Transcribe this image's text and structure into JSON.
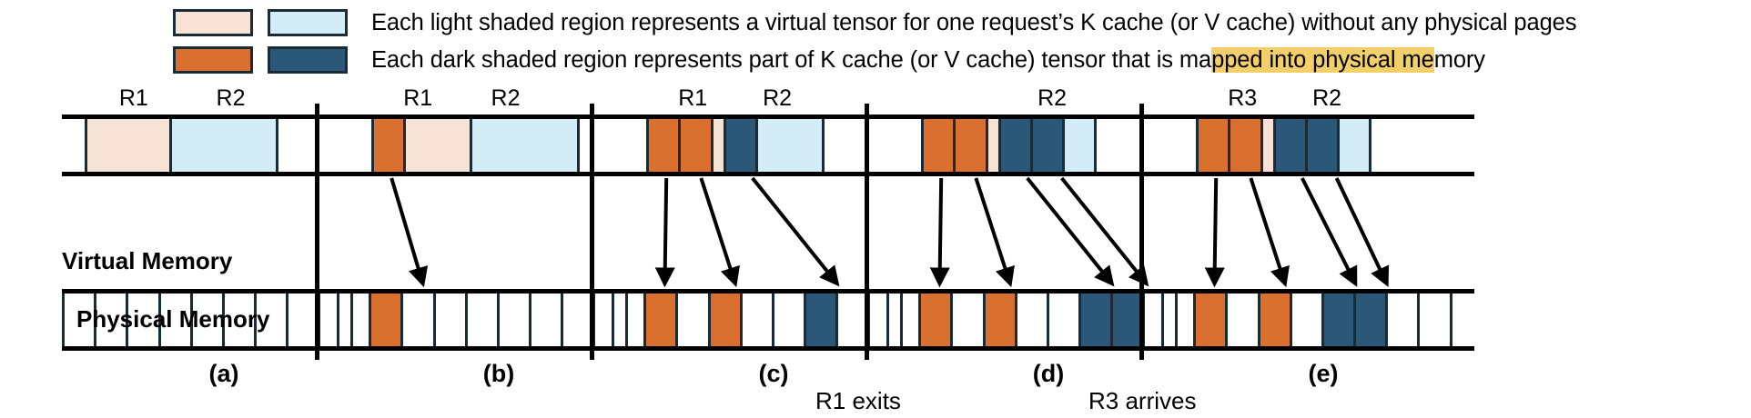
{
  "legend": {
    "rows": [
      {
        "swatches": [
          "light-orange-swatch",
          "light-blue-swatch"
        ],
        "text_before_highlight": "Each light shaded region represents a virtual tensor for one request’s K cache (or V cache) without any physical pages",
        "highlight": "",
        "text_after_highlight": ""
      },
      {
        "swatches": [
          "dark-orange-swatch",
          "dark-blue-swatch"
        ],
        "text_before_highlight": "Each dark shaded region represents part of K cache (or V cache) tensor that is ma",
        "highlight": "pped into physical me",
        "text_after_highlight": "mory"
      }
    ]
  },
  "axis_labels": {
    "virtual_memory": "Virtual Memory",
    "physical_memory": "Physical Memory"
  },
  "colors": {
    "light_orange": "#f7e3d6",
    "light_blue": "#d4ecf7",
    "dark_orange": "#d9702f",
    "dark_blue": "#2b5778",
    "outline": "#1b2b36",
    "rail": "#000000",
    "highlight": "#f3cf6a"
  },
  "annotations": [
    {
      "name": "r1-exits",
      "text": "R1 exits"
    },
    {
      "name": "r3-arrives",
      "text": "R3 arrives"
    }
  ],
  "panels": [
    {
      "caption": "(a)",
      "request_labels": [
        {
          "text": "R1",
          "center_pct": 27
        },
        {
          "text": "R2",
          "center_pct": 58
        }
      ],
      "virtual_cells": [
        {
          "kind": "none",
          "width_pct": 8
        },
        {
          "kind": "light-orange",
          "width_pct": 28
        },
        {
          "kind": "light-blue",
          "width_pct": 35
        },
        {
          "kind": "none",
          "width_pct": 29
        }
      ],
      "physical_cells": [
        {
          "kind": "empty",
          "width_pct": 11.1
        },
        {
          "kind": "empty",
          "width_pct": 11.1
        },
        {
          "kind": "empty",
          "width_pct": 11.1
        },
        {
          "kind": "empty",
          "width_pct": 11.1
        },
        {
          "kind": "empty",
          "width_pct": 11.1
        },
        {
          "kind": "empty",
          "width_pct": 11.1
        },
        {
          "kind": "empty",
          "width_pct": 11.1
        },
        {
          "kind": "empty",
          "width_pct": 11.1
        },
        {
          "kind": "empty",
          "width_pct": 11.1
        }
      ],
      "arrows": []
    },
    {
      "caption": "(b)",
      "request_labels": [
        {
          "text": "R1",
          "center_pct": 30
        },
        {
          "text": "R2",
          "center_pct": 58
        }
      ],
      "virtual_cells": [
        {
          "kind": "none",
          "width_pct": 12
        },
        {
          "kind": "dark-orange",
          "width_pct": 11.1
        },
        {
          "kind": "light-orange",
          "width_pct": 22
        },
        {
          "kind": "light-blue",
          "width_pct": 35
        },
        {
          "kind": "none",
          "width_pct": 19.9
        }
      ],
      "physical_cells": [
        {
          "kind": "empty",
          "width_pct": 11.1
        },
        {
          "kind": "dark-orange",
          "width_pct": 11.1
        },
        {
          "kind": "empty",
          "width_pct": 11.1
        },
        {
          "kind": "empty",
          "width_pct": 11.1
        },
        {
          "kind": "empty",
          "width_pct": 11.1
        },
        {
          "kind": "empty",
          "width_pct": 11.1
        },
        {
          "kind": "empty",
          "width_pct": 11.1
        },
        {
          "kind": "empty",
          "width_pct": 11.1
        },
        {
          "kind": "empty",
          "width_pct": 11.1
        }
      ],
      "arrows": [
        {
          "from_pct": 17.5,
          "to_pct": 27.5
        }
      ]
    },
    {
      "caption": "(c)",
      "request_labels": [
        {
          "text": "R1",
          "center_pct": 30
        },
        {
          "text": "R2",
          "center_pct": 57
        }
      ],
      "virtual_cells": [
        {
          "kind": "none",
          "width_pct": 12
        },
        {
          "kind": "dark-orange",
          "width_pct": 11.1
        },
        {
          "kind": "dark-orange",
          "width_pct": 11.1
        },
        {
          "kind": "light-orange",
          "width_pct": 5
        },
        {
          "kind": "dark-blue",
          "width_pct": 11.1
        },
        {
          "kind": "light-blue",
          "width_pct": 22
        },
        {
          "kind": "none",
          "width_pct": 27.7
        }
      ],
      "physical_cells": [
        {
          "kind": "empty",
          "width_pct": 11.1
        },
        {
          "kind": "dark-orange",
          "width_pct": 11.1
        },
        {
          "kind": "empty",
          "width_pct": 11.1
        },
        {
          "kind": "dark-orange",
          "width_pct": 11.1
        },
        {
          "kind": "empty",
          "width_pct": 11.1
        },
        {
          "kind": "empty",
          "width_pct": 11.1
        },
        {
          "kind": "dark-blue",
          "width_pct": 11.1
        },
        {
          "kind": "empty",
          "width_pct": 11.1
        },
        {
          "kind": "empty",
          "width_pct": 11.1
        }
      ],
      "arrows": [
        {
          "from_pct": 17.5,
          "to_pct": 17.0
        },
        {
          "from_pct": 28.6,
          "to_pct": 39.5
        },
        {
          "from_pct": 45.0,
          "to_pct": 72.0
        }
      ]
    },
    {
      "caption": "(d)",
      "request_labels": [
        {
          "text": "R2",
          "center_pct": 57
        }
      ],
      "virtual_cells": [
        {
          "kind": "none",
          "width_pct": 12
        },
        {
          "kind": "dark-orange",
          "width_pct": 11.1
        },
        {
          "kind": "dark-orange",
          "width_pct": 11.1
        },
        {
          "kind": "light-orange",
          "width_pct": 5
        },
        {
          "kind": "dark-blue",
          "width_pct": 11.1
        },
        {
          "kind": "dark-blue",
          "width_pct": 11.1
        },
        {
          "kind": "light-blue",
          "width_pct": 11.1
        },
        {
          "kind": "none",
          "width_pct": 27.5
        }
      ],
      "physical_cells": [
        {
          "kind": "empty",
          "width_pct": 11.1
        },
        {
          "kind": "dark-orange",
          "width_pct": 11.1
        },
        {
          "kind": "empty",
          "width_pct": 11.1
        },
        {
          "kind": "dark-orange",
          "width_pct": 11.1
        },
        {
          "kind": "empty",
          "width_pct": 11.1
        },
        {
          "kind": "empty",
          "width_pct": 11.1
        },
        {
          "kind": "dark-blue",
          "width_pct": 11.1
        },
        {
          "kind": "dark-blue",
          "width_pct": 11.1
        },
        {
          "kind": "empty",
          "width_pct": 11.1
        }
      ],
      "arrows": [
        {
          "from_pct": 17.5,
          "to_pct": 17.0
        },
        {
          "from_pct": 28.6,
          "to_pct": 39.5
        },
        {
          "from_pct": 45.0,
          "to_pct": 72.0
        },
        {
          "from_pct": 56.0,
          "to_pct": 83.0
        }
      ]
    },
    {
      "caption": "(e)",
      "request_labels": [
        {
          "text": "R3",
          "center_pct": 30
        },
        {
          "text": "R2",
          "center_pct": 57
        }
      ],
      "virtual_cells": [
        {
          "kind": "none",
          "width_pct": 12
        },
        {
          "kind": "dark-orange",
          "width_pct": 11.1
        },
        {
          "kind": "dark-orange",
          "width_pct": 11.1
        },
        {
          "kind": "light-orange",
          "width_pct": 5
        },
        {
          "kind": "dark-blue",
          "width_pct": 11.1
        },
        {
          "kind": "dark-blue",
          "width_pct": 11.1
        },
        {
          "kind": "light-blue",
          "width_pct": 11.1
        },
        {
          "kind": "none",
          "width_pct": 27.5
        }
      ],
      "physical_cells": [
        {
          "kind": "empty",
          "width_pct": 11.1
        },
        {
          "kind": "dark-orange",
          "width_pct": 11.1
        },
        {
          "kind": "empty",
          "width_pct": 11.1
        },
        {
          "kind": "dark-orange",
          "width_pct": 11.1
        },
        {
          "kind": "empty",
          "width_pct": 11.1
        },
        {
          "kind": "dark-blue",
          "width_pct": 11.1
        },
        {
          "kind": "dark-blue",
          "width_pct": 11.1
        },
        {
          "kind": "empty",
          "width_pct": 11.1
        },
        {
          "kind": "empty",
          "width_pct": 11.1
        }
      ],
      "arrows": [
        {
          "from_pct": 17.5,
          "to_pct": 17.0
        },
        {
          "from_pct": 28.6,
          "to_pct": 39.5
        },
        {
          "from_pct": 45.0,
          "to_pct": 62.0
        },
        {
          "from_pct": 56.0,
          "to_pct": 72.0
        }
      ]
    }
  ]
}
